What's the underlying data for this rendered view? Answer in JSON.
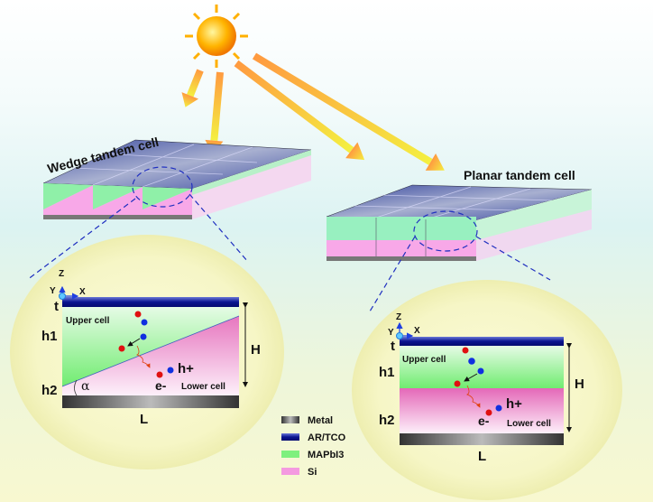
{
  "titles": {
    "wedge": "Wedge tandem cell",
    "planar": "Planar tandem cell"
  },
  "wedge_inset": {
    "axis_z": "Z",
    "axis_y": "Y",
    "axis_x": "X",
    "t": "t",
    "h1": "h1",
    "h2": "h2",
    "alpha": "α",
    "H": "H",
    "L": "L",
    "upper": "Upper cell",
    "lower": "Lower cell",
    "hole": "h+",
    "electron": "e-"
  },
  "planar_inset": {
    "axis_z": "Z",
    "axis_y": "Y",
    "axis_x": "X",
    "t": "t",
    "h1": "h1",
    "h2": "h2",
    "H": "H",
    "L": "L",
    "upper": "Upper cell",
    "lower": "Lower cell",
    "hole": "h+",
    "electron": "e-"
  },
  "legend": [
    {
      "label": "Metal",
      "color": "#777777"
    },
    {
      "label": "AR/TCO",
      "color": "#0a1490"
    },
    {
      "label": "MAPbI3",
      "color": "#7ef07e"
    },
    {
      "label": "Si",
      "color": "#f49ae0"
    }
  ]
}
